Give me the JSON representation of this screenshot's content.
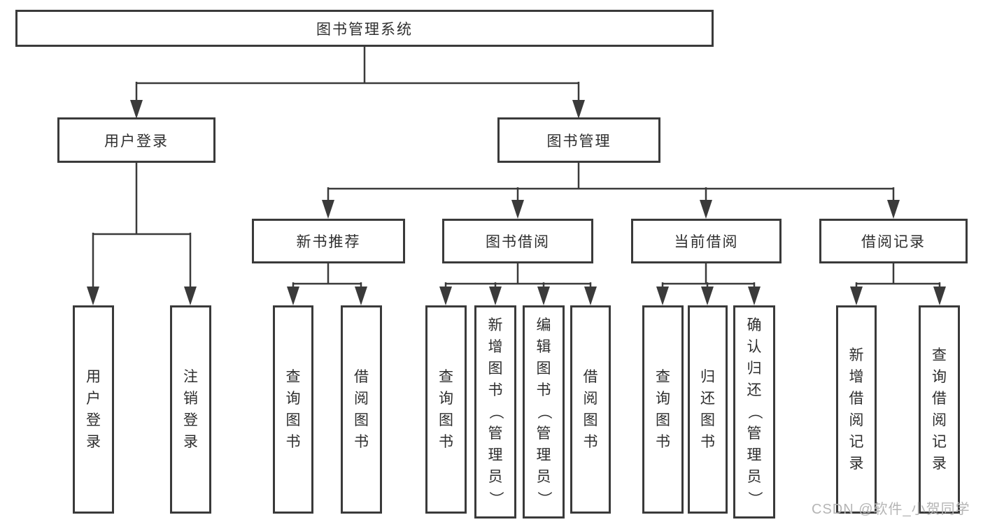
{
  "title": "图书管理系统",
  "tree": {
    "label": "图书管理系统",
    "children": [
      {
        "label": "用户登录",
        "children": [
          {
            "label": "用户登录"
          },
          {
            "label": "注销登录"
          }
        ]
      },
      {
        "label": "图书管理",
        "children": [
          {
            "label": "新书推荐",
            "children": [
              {
                "label": "查询图书"
              },
              {
                "label": "借阅图书"
              }
            ]
          },
          {
            "label": "图书借阅",
            "children": [
              {
                "label": "查询图书"
              },
              {
                "label": "新增图书（管理员）"
              },
              {
                "label": "编辑图书（管理员）"
              },
              {
                "label": "借阅图书"
              }
            ]
          },
          {
            "label": "当前借阅",
            "children": [
              {
                "label": "查询图书"
              },
              {
                "label": "归还图书"
              },
              {
                "label": "确认归还（管理员）"
              }
            ]
          },
          {
            "label": "借阅记录",
            "children": [
              {
                "label": "新增借阅记录"
              },
              {
                "label": "查询借阅记录"
              }
            ]
          }
        ]
      }
    ]
  },
  "watermark": "CSDN @软件_小贺同学",
  "colors": {
    "line": "#3a3a3a",
    "text": "#2e2e2e",
    "box_fill": "#ffffff",
    "watermark": "#b5b5b5",
    "background": "#ffffff"
  }
}
